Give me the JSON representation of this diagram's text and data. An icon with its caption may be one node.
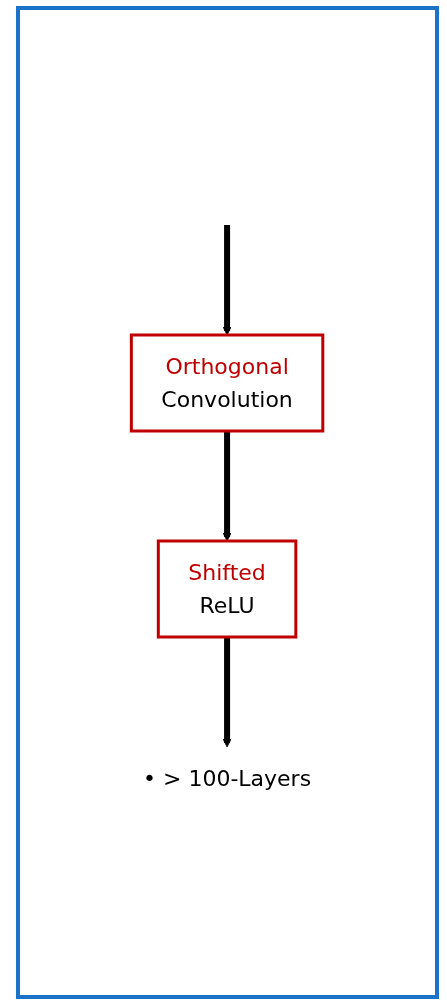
{
  "diagram": {
    "nodes": [
      {
        "text": [
          "Orthogonal",
          "Convolution"
        ]
      },
      {
        "text": [
          "Shifted",
          "ReLU"
        ]
      },
      {
        "text": [
          "• > 100-Layers"
        ]
      }
    ],
    "edges": [
      {
        "from": null,
        "to": 0,
        "arrow": "to"
      },
      {
        "from": 0,
        "to": 1,
        "arrow": "to"
      },
      {
        "from": 1,
        "to": 2,
        "arrow": "to"
      }
    ]
  }
}
